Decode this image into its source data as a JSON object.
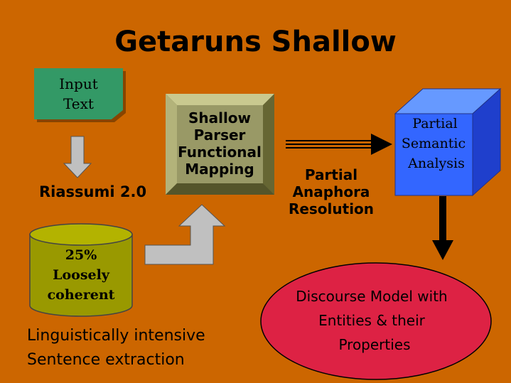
{
  "title": "Getaruns Shallow",
  "input_box": {
    "lines": [
      "Input",
      "Text"
    ]
  },
  "tool_label": "Riassumi 2.0",
  "cylinder": {
    "lines": [
      "25%",
      "Loosely",
      "coherent"
    ]
  },
  "parser_box": {
    "lines": [
      "Shallow",
      "Parser",
      "Functional",
      "Mapping"
    ]
  },
  "anaphora_label": {
    "lines": [
      "Partial",
      "Anaphora",
      "Resolution"
    ]
  },
  "semantic_cube": {
    "lines": [
      "Partial",
      "Semantic",
      "Analysis"
    ]
  },
  "discourse_ellipse": {
    "lines": [
      "Discourse Model with",
      "Entities & their",
      "Properties"
    ]
  },
  "bottom_caption": {
    "lines": [
      "Linguistically intensive",
      "Sentence extraction"
    ]
  },
  "colors": {
    "background": "#cc6600",
    "input_box": "#339966",
    "parser_box": "#999966",
    "cylinder": "#999900",
    "cube_front": "#3366ff",
    "ellipse": "#dd2244",
    "arrow_gray": "#c0c0c0"
  }
}
